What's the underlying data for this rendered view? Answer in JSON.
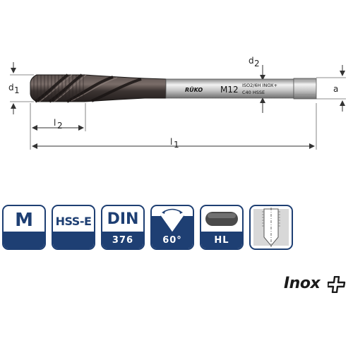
{
  "drawing": {
    "dimensions": {
      "d1": "d",
      "d1_sub": "1",
      "d2": "d",
      "d2_sub": "2",
      "a": "a",
      "l1": "l",
      "l1_sub": "1",
      "l2": "l",
      "l2_sub": "2"
    },
    "tool_engraving": {
      "brand": "RÜKO",
      "size": "M12",
      "spec_line1": "ISO2/6H INOX+",
      "spec_line2": "C40 HSSE"
    }
  },
  "badges": [
    {
      "big": "M",
      "small": ""
    },
    {
      "big": "HSS-E",
      "small": ""
    },
    {
      "big": "DIN",
      "small": "376"
    },
    {
      "big": "",
      "small": "60°"
    },
    {
      "big": "",
      "small": "HL"
    },
    {
      "big": "",
      "small": ""
    }
  ],
  "brand_mark": {
    "text": "Inox",
    "symbol": "plus-icon"
  },
  "colors": {
    "badge_blue": "#1e3f73",
    "tool_dark": "#3a3433",
    "shank_silver": "#c9c9c9"
  }
}
